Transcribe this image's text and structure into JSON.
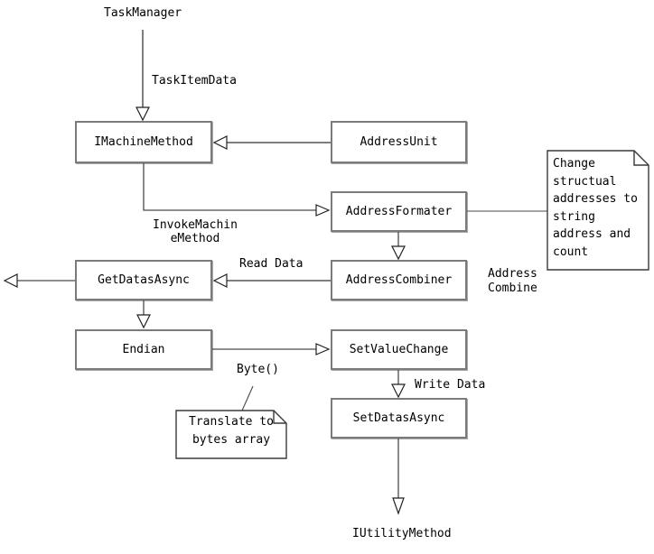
{
  "diagram": {
    "endpoint_labels": {
      "task_manager": "TaskManager",
      "iutility_method": "IUtilityMethod"
    },
    "boxes": {
      "imachine_method": "IMachineMethod",
      "address_unit": "AddressUnit",
      "address_formater": "AddressFormater",
      "address_combiner": "AddressCombiner",
      "get_datas_async": "GetDatasAsync",
      "endian": "Endian",
      "set_value_change": "SetValueChange",
      "set_datas_async": "SetDatasAsync"
    },
    "edge_labels": {
      "task_item_data": "TaskItemData",
      "invoke_machine_method": "InvokeMachin\neMethod",
      "read_data": "Read Data",
      "address_combine": "Address\nCombine",
      "byte": "Byte()",
      "write_data": "Write Data"
    },
    "notes": {
      "change_addresses": "Change\nstructual\naddresses to\nstring\naddress and\ncount",
      "translate_bytes": "Translate to\nbytes array"
    },
    "colors": {
      "box_border": "#7b7b7b",
      "line_gray": "#7e7e7e",
      "line_dark": "#4a4a4a",
      "text": "#000000",
      "background": "#ffffff"
    }
  }
}
